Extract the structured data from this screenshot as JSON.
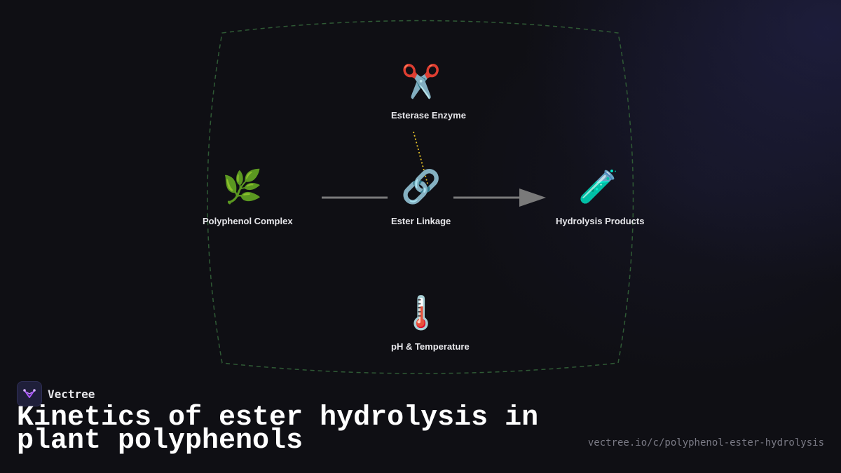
{
  "diagram": {
    "nodes": [
      {
        "id": "esterase",
        "label": "Esterase Enzyme",
        "icon": "✂️",
        "icon_name": "scissors-icon"
      },
      {
        "id": "polyphenol",
        "label": "Polyphenol Complex",
        "icon": "🌿",
        "icon_name": "herb-icon"
      },
      {
        "id": "ester",
        "label": "Ester Linkage",
        "icon": "🔗",
        "icon_name": "link-icon"
      },
      {
        "id": "products",
        "label": "Hydrolysis Products",
        "icon": "🧪",
        "icon_name": "test-tube-icon"
      },
      {
        "id": "conditions",
        "label": "pH & Temperature",
        "icon": "🌡️",
        "icon_name": "thermometer-icon"
      }
    ],
    "edges": [
      {
        "from": "polyphenol",
        "to": "ester",
        "style": "solid",
        "arrow": false
      },
      {
        "from": "ester",
        "to": "products",
        "style": "solid",
        "arrow": true
      },
      {
        "from": "esterase",
        "to": "ester",
        "style": "dotted",
        "arrow": false
      }
    ],
    "colors": {
      "edge": "#7a7a7a",
      "dotted_edge": "#e6c229",
      "boundary": "#2f5a35",
      "background": "#0f0f14"
    }
  },
  "brand": {
    "name": "Vectree",
    "logo_icon": "vectree-logo-icon",
    "logo_color": "#a855f7"
  },
  "title": "Kinetics of ester hydrolysis in plant polyphenols",
  "url": "vectree.io/c/polyphenol-ester-hydrolysis"
}
